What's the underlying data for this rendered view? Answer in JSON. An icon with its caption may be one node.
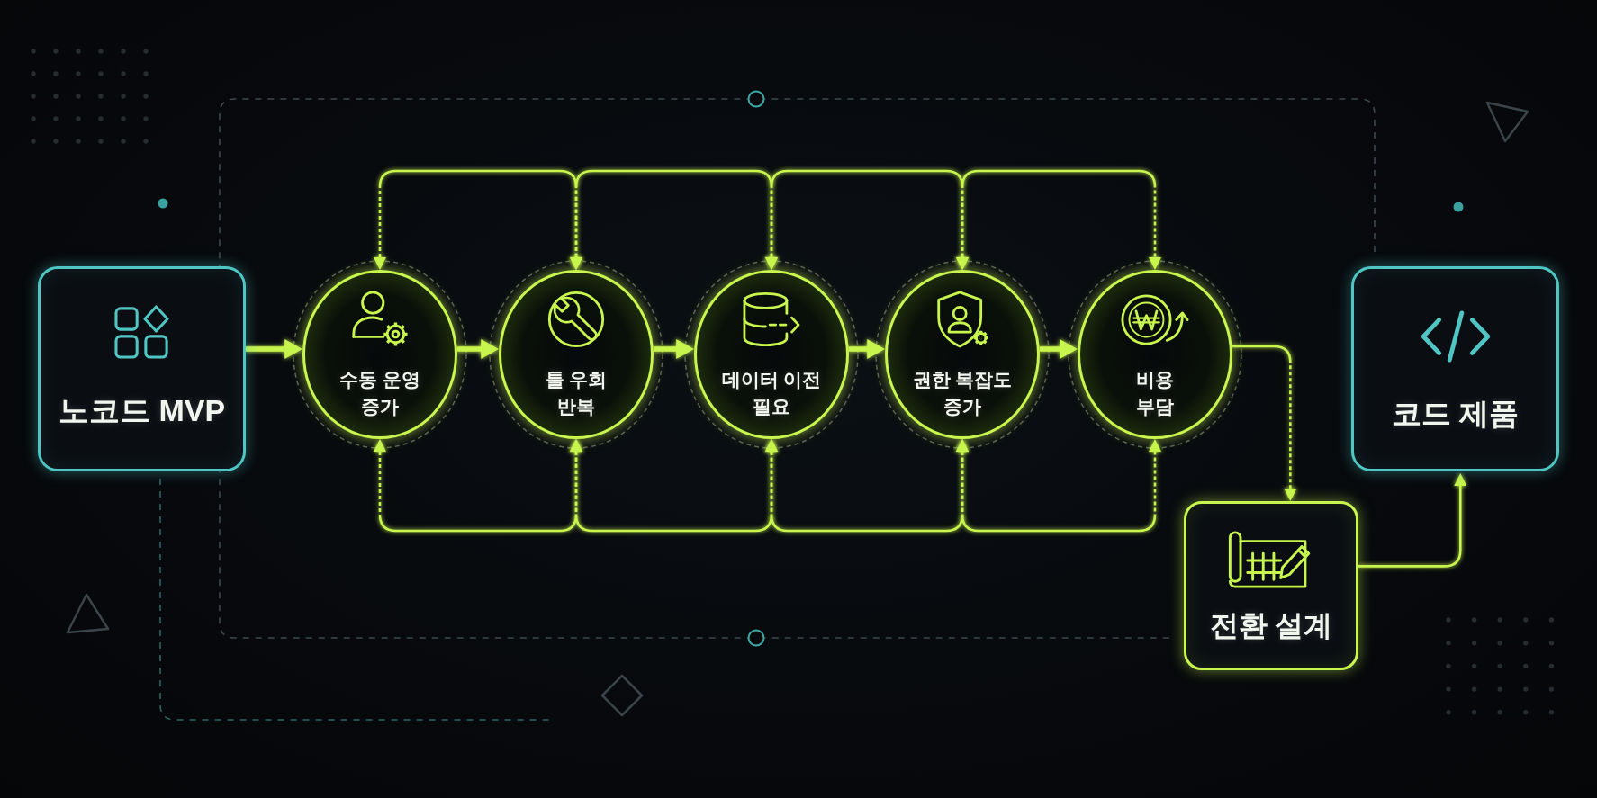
{
  "diagram": {
    "nodes": [
      {
        "text": [
          "노코드 MVP"
        ]
      },
      {
        "text": [
          "수동 운영 증가"
        ]
      },
      {
        "text": [
          "툴 우회 반복"
        ]
      },
      {
        "text": [
          "데이터 이전 필요"
        ]
      },
      {
        "text": [
          "권한 복잡도 증가"
        ]
      },
      {
        "text": [
          "비용 부담"
        ]
      },
      {
        "text": [
          "전환 설계"
        ]
      },
      {
        "text": [
          "코드 제품"
        ]
      }
    ],
    "edges": [
      {
        "from": 0,
        "to": 1,
        "arrow": "to",
        "style": "thick"
      },
      {
        "from": 1,
        "to": 2,
        "arrow": "to",
        "style": "thick"
      },
      {
        "from": 2,
        "to": 3,
        "arrow": "to",
        "style": "thick"
      },
      {
        "from": 3,
        "to": 4,
        "arrow": "to",
        "style": "thick"
      },
      {
        "from": 4,
        "to": 5,
        "arrow": "to",
        "style": "thick"
      },
      {
        "from": 5,
        "to": 6,
        "arrow": "to",
        "style": "dashed"
      },
      {
        "from": 6,
        "to": 7,
        "arrow": "to"
      },
      {
        "from": 1,
        "to": 2,
        "arrow": "both",
        "style": "dashed"
      },
      {
        "from": 2,
        "to": 3,
        "arrow": "both",
        "style": "dashed"
      },
      {
        "from": 3,
        "to": 4,
        "arrow": "both",
        "style": "dashed"
      },
      {
        "from": 4,
        "to": 5,
        "arrow": "both",
        "style": "dashed"
      },
      {
        "from": 1,
        "to": 2,
        "arrow": "both",
        "style": "dashed"
      },
      {
        "from": 2,
        "to": 3,
        "arrow": "both",
        "style": "dashed"
      },
      {
        "from": 3,
        "to": 4,
        "arrow": "both",
        "style": "dashed"
      },
      {
        "from": 4,
        "to": 5,
        "arrow": "both",
        "style": "dashed"
      }
    ]
  }
}
